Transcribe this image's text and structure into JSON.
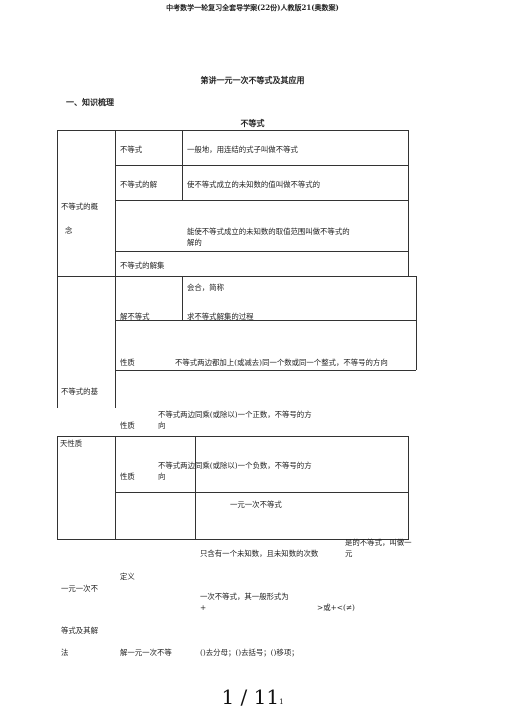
{
  "header": "中考数学一轮复习全套导学案(22份)人教版21(奥数案)",
  "title": "第讲一元一次不等式及其应用",
  "section": "一、知识梳理",
  "table_title": "不等式",
  "concept_block": {
    "left_label_1": "不等式的概",
    "left_label_2": "念",
    "rows": [
      {
        "term": "不等式",
        "desc": "一般地，用连结的式子叫做不等式"
      },
      {
        "term": "不等式的解",
        "desc": "使不等式成立的未知数的值叫做不等式的"
      },
      {
        "term": "",
        "desc": "能使不等式成立的未知数的取值范围叫做不等式的"
      },
      {
        "term": "",
        "desc": "解的"
      },
      {
        "term": "不等式的解集",
        "desc": ""
      }
    ]
  },
  "solve_block": {
    "note": "会合，简称",
    "term": "解不等式",
    "desc": "求不等式解集的过程"
  },
  "property_block": {
    "left_label_1": "不等式的基",
    "left_label_2": "天性质",
    "prop1_label": "性质",
    "prop1_text": "不等式两边都加上(或减去)同一个数或同一个整式，不等号的方向",
    "prop2_text_1": "不等式两边同乘(或除以)一个正数，不等号的方",
    "prop2_text_2": "向",
    "prop2_label": "性质",
    "prop3_text_1": "不等式两边同乘(或除以)一个负数，不等号的方",
    "prop3_text_2": "向",
    "prop3_label": "性质"
  },
  "linear_block": {
    "heading": "一元一次不等式",
    "def_tail_1": "是的不等式，叫做一",
    "def_tail_2": "元",
    "def_text": "只含有一个未知数，且未知数的次数",
    "def_label": "定义",
    "left_label_1": "一元一次不",
    "left_label_2": "等式及其解",
    "left_label_3": "法",
    "form_text": "一次不等式，其一般形式为",
    "form_plus": "+",
    "form_rhs": ">或+<(≠)",
    "solve_term": "解一元一次不等",
    "solve_steps": "()去分母；()去括号；()移项；"
  },
  "page_number": {
    "main": "1 / 11",
    "sub": "1"
  }
}
